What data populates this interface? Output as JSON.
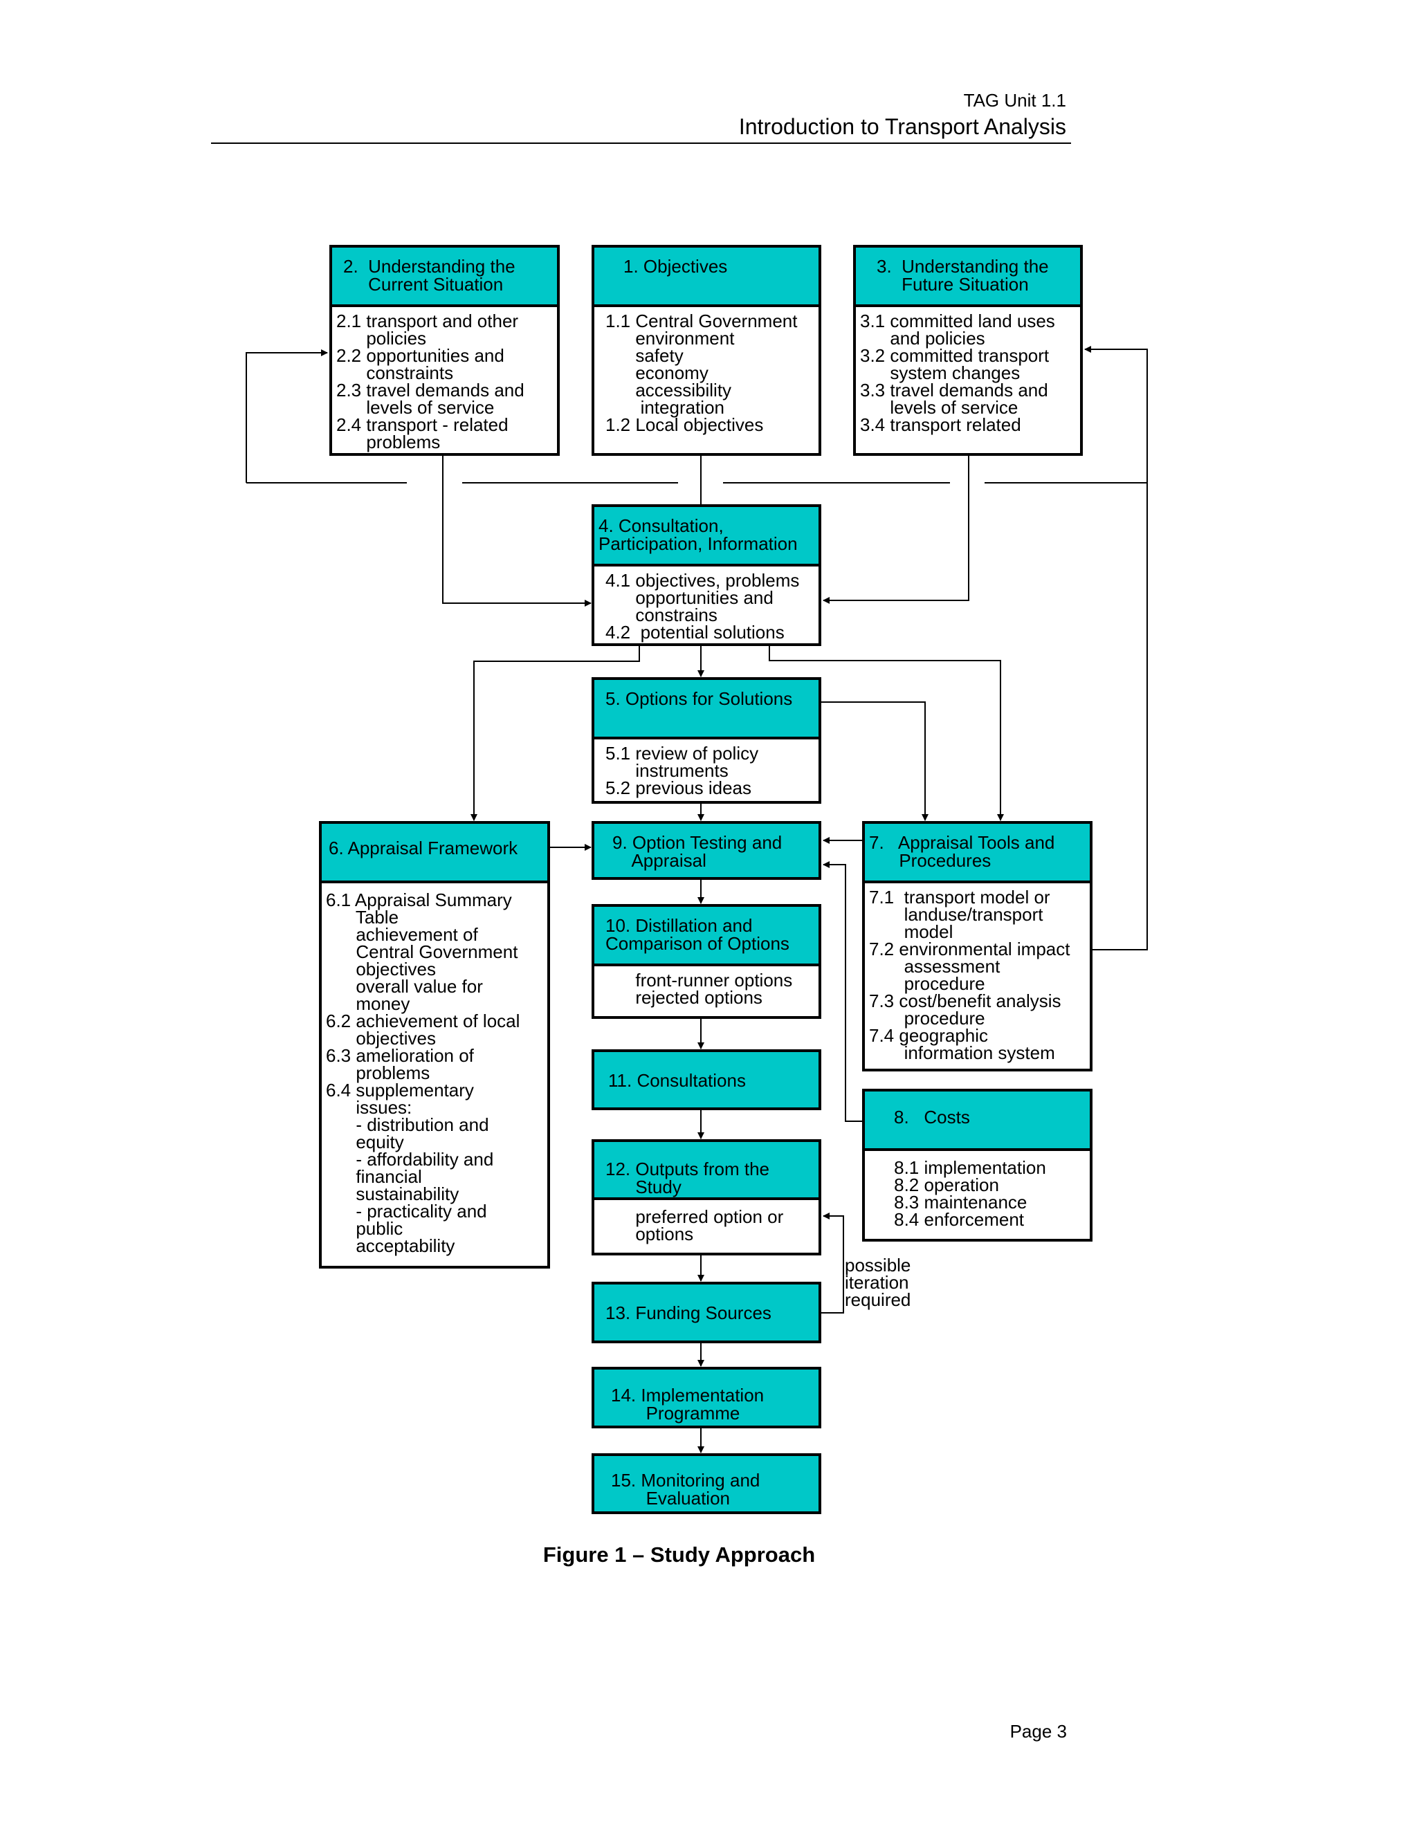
{
  "header": {
    "unit": "TAG Unit 1.1",
    "title": "Introduction to Transport Analysis"
  },
  "boxes": {
    "b2": {
      "head": "2.  Understanding the\n     Current Situation",
      "body": "2.1 transport and other\n      policies\n2.2 opportunities and\n      constraints\n2.3 travel demands and\n      levels of service\n2.4 transport - related\n      problems"
    },
    "b1": {
      "head": "1. Objectives",
      "body": "1.1 Central Government\n      environment\n      safety\n      economy\n      accessibility\n       integration\n1.2 Local objectives"
    },
    "b3": {
      "head": "3.  Understanding the\n     Future Situation",
      "body": "3.1 committed land uses\n      and policies\n3.2 committed transport\n      system changes\n3.3 travel demands and\n      levels of service\n3.4 transport related"
    },
    "b4": {
      "head": "4. Consultation,\nParticipation, Information",
      "body": "4.1 objectives, problems\n      opportunities and\n      constrains\n4.2  potential solutions"
    },
    "b5": {
      "head": "5. Options for Solutions",
      "body": "5.1 review of policy\n      instruments\n5.2 previous ideas"
    },
    "b6": {
      "head": "6. Appraisal Framework",
      "body": "6.1 Appraisal Summary\n      Table\n      achievement of\n      Central Government\n      objectives\n      overall value for\n      money\n6.2 achievement of local\n      objectives\n6.3 amelioration of\n      problems\n6.4 supplementary\n      issues:\n      - distribution and\n      equity\n      - affordability and\n      financial\n      sustainability\n      - practicality and\n      public\n      acceptability"
    },
    "b9": {
      "head": "9. Option Testing and\n    Appraisal"
    },
    "b7": {
      "head": "7.   Appraisal Tools and\n      Procedures",
      "body": "7.1  transport model or\n       landuse/transport\n       model\n7.2 environmental impact\n       assessment\n       procedure\n7.3 cost/benefit analysis\n       procedure\n7.4 geographic\n       information system"
    },
    "b10": {
      "head": "10. Distillation and\nComparison of Options",
      "body": "      front-runner options\n      rejected options"
    },
    "b11": {
      "head": "11. Consultations"
    },
    "b8": {
      "head": "8.   Costs",
      "body": "     8.1 implementation\n     8.2 operation\n     8.3 maintenance\n     8.4 enforcement"
    },
    "b12": {
      "head": "12. Outputs from the\n      Study",
      "body": "      preferred option or\n      options"
    },
    "b13": {
      "head": "13. Funding Sources"
    },
    "b14": {
      "head": "14. Implementation\n       Programme"
    },
    "b15": {
      "head": "15. Monitoring and\n       Evaluation"
    }
  },
  "iteration_note": "possible\niteration\nrequired",
  "caption": "Figure 1 – Study Approach",
  "page": "Page 3",
  "colors": {
    "box_fill": "#00c8c8",
    "line": "#000000"
  }
}
